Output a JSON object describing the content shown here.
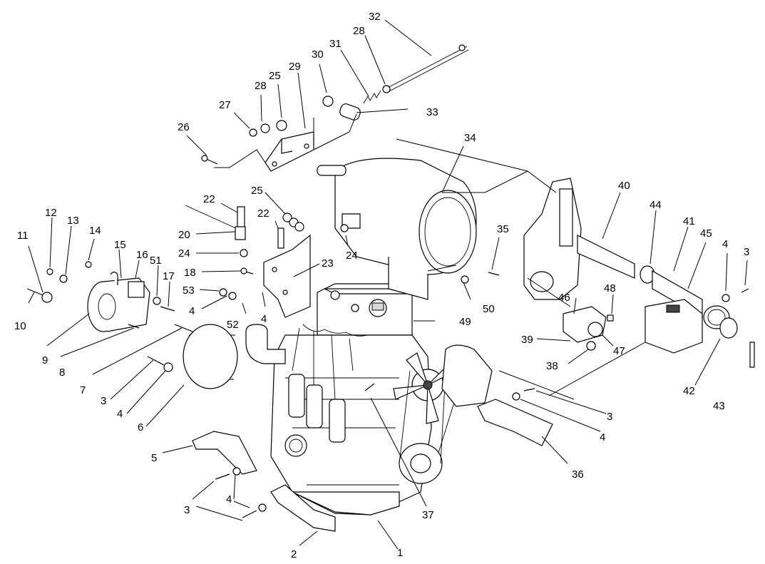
{
  "callouts": {
    "c1": "1",
    "c2": "2",
    "c3": "3",
    "c4": "4",
    "c5": "5",
    "c6": "6",
    "c7": "7",
    "c8": "8",
    "c9": "9",
    "c10": "10",
    "c11": "11",
    "c12": "12",
    "c13": "13",
    "c14": "14",
    "c15": "15",
    "c16": "16",
    "c17": "17",
    "c18": "18",
    "c20": "20",
    "c22": "22",
    "c23": "23",
    "c24": "24",
    "c25": "25",
    "c26": "26",
    "c27": "27",
    "c28": "28",
    "c29": "29",
    "c30": "30",
    "c31": "31",
    "c32": "32",
    "c33": "33",
    "c34": "34",
    "c35": "35",
    "c36": "36",
    "c37": "37",
    "c38": "38",
    "c39": "39",
    "c40": "40",
    "c41": "41",
    "c42": "42",
    "c43": "43",
    "c44": "44",
    "c45": "45",
    "c46": "46",
    "c47": "47",
    "c48": "48",
    "c49": "49",
    "c50": "50",
    "c51": "51",
    "c52": "52",
    "c53": "53"
  }
}
